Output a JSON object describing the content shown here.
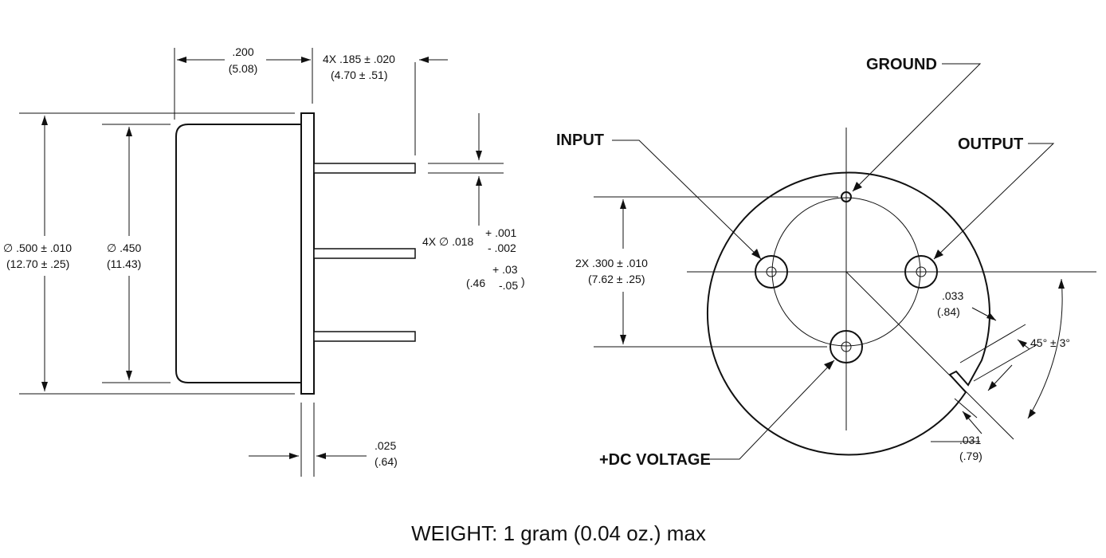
{
  "side_view": {
    "dim_body_length": ".200",
    "dim_body_length_mm": "(5.08)",
    "dim_pin_length": "4X .185 ± .020",
    "dim_pin_length_mm": "(4.70 ± .51)",
    "dim_outer_dia": "∅ .500 ± .010",
    "dim_outer_dia_mm": "(12.70 ± .25)",
    "dim_inner_dia": "∅ .450",
    "dim_inner_dia_mm": "(11.43)",
    "dim_pin_dia": "4X ∅ .018",
    "dim_pin_dia_tol_plus": "+ .001",
    "dim_pin_dia_tol_minus": "- .002",
    "dim_pin_dia_mm_open": "(.46",
    "dim_pin_dia_mm_tol_plus": "+ .03",
    "dim_pin_dia_mm_tol_minus": "-.05",
    "dim_pin_dia_mm_close": ")",
    "dim_flange": ".025",
    "dim_flange_mm": "(.64)"
  },
  "bottom_view": {
    "label_ground": "GROUND",
    "label_input": "INPUT",
    "label_output": "OUTPUT",
    "label_dc_voltage": "+DC VOLTAGE",
    "dim_pin_spacing": "2X .300 ± .010",
    "dim_pin_spacing_mm": "(7.62 ± .25)",
    "dim_tab_width": ".033",
    "dim_tab_width_mm": "(.84)",
    "dim_tab_depth": ".031",
    "dim_tab_depth_mm": "(.79)",
    "dim_angle": "45° ± 3°"
  },
  "caption": "WEIGHT: 1 gram (0.04 oz.) max"
}
